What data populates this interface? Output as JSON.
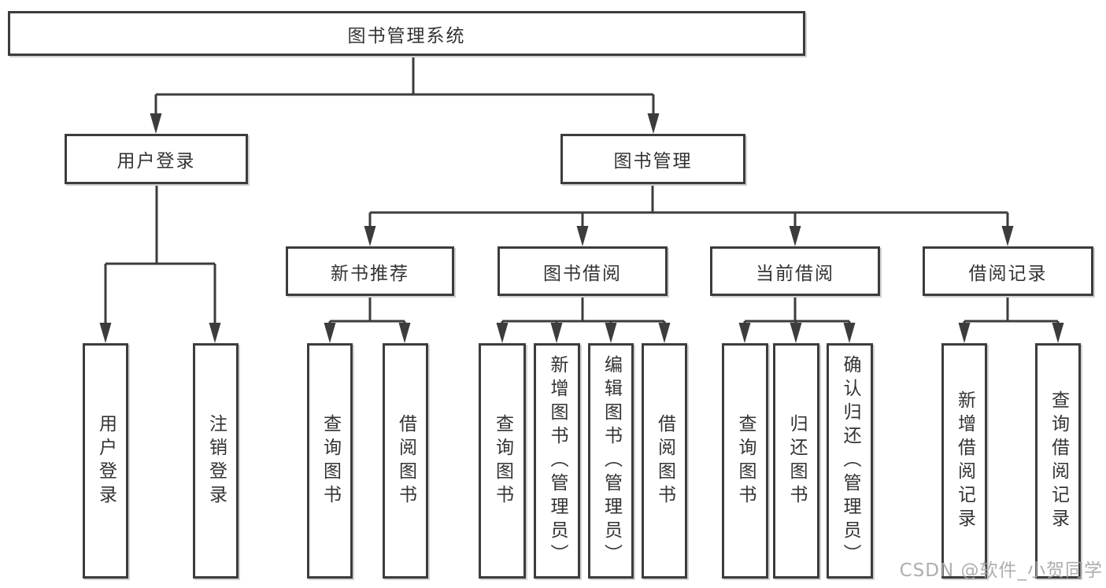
{
  "tree": {
    "label": "图书管理系统",
    "children": [
      {
        "label": "用户登录",
        "children": [
          {
            "label": "用户登录"
          },
          {
            "label": "注销登录"
          }
        ]
      },
      {
        "label": "图书管理",
        "children": [
          {
            "label": "新书推荐",
            "children": [
              {
                "label": "查询图书"
              },
              {
                "label": "借阅图书"
              }
            ]
          },
          {
            "label": "图书借阅",
            "children": [
              {
                "label": "查询图书"
              },
              {
                "label": "新增图书（管理员）"
              },
              {
                "label": "编辑图书（管理员）"
              },
              {
                "label": "借阅图书"
              }
            ]
          },
          {
            "label": "当前借阅",
            "children": [
              {
                "label": "查询图书"
              },
              {
                "label": "归还图书"
              },
              {
                "label": "确认归还（管理员）"
              }
            ]
          },
          {
            "label": "借阅记录",
            "children": [
              {
                "label": "新增借阅记录"
              },
              {
                "label": "查询借阅记录"
              }
            ]
          }
        ]
      }
    ]
  },
  "watermark": {
    "text": "CSDN @软件_小贺同学"
  },
  "colors": {
    "line": "#3c3c3c",
    "box_border": "#3c3c3c",
    "text": "#333333",
    "watermark": "#a5a5a5",
    "background": "#ffffff"
  }
}
